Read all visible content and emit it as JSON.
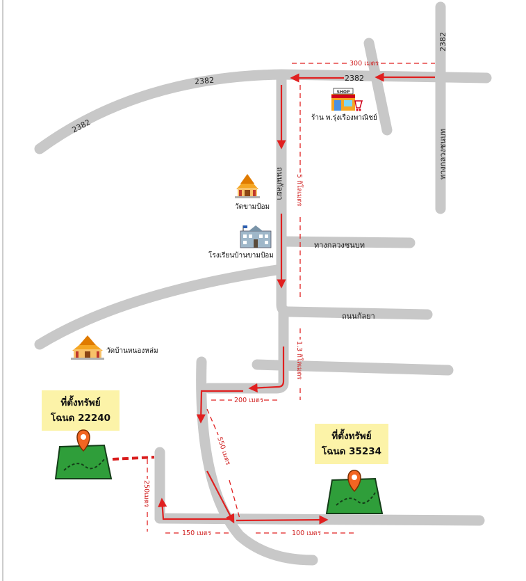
{
  "roads": {
    "hw_top": "2382",
    "hw_curve": "2382",
    "hw_left": "2382",
    "hw_vertical": "2382",
    "khlong_vertical": "ทางกลวงชนบท",
    "khlong_horizontal": "ทางกลวงชนบท",
    "kalaya_vertical": "ถนนกัลยา",
    "kalaya_horizontal": "ถนนกัลยา"
  },
  "pois": {
    "shop_sign": "SHOP",
    "shop": "ร้าน พ.รุ่งเรืองพาณิชย์",
    "temple_1": "วัดขามป้อม",
    "school": "โรงเรียนบ้านขามป้อม",
    "temple_2": "วัดบ้านหนองหล่ม"
  },
  "distances": {
    "d300": "300 เมตร",
    "d5km": "5 กิโลเมตร",
    "d13km": "1.3 กิโลเมตร",
    "d200": "200 เมตร",
    "d550": "550 เมตร",
    "d250": "250เมตร",
    "d150": "150 เมตร",
    "d100": "100 เมตร"
  },
  "properties": [
    {
      "title": "ที่ตั้งทรัพย์",
      "deed": "โฉนด 22240"
    },
    {
      "title": "ที่ตั้งทรัพย์",
      "deed": "โฉนด 35234"
    }
  ],
  "colors": {
    "road": "#c8c8c8",
    "route": "#e02020",
    "label_box": "#fcf3a8",
    "plot_green": "#2f9e3a",
    "pin": "#f26522"
  }
}
